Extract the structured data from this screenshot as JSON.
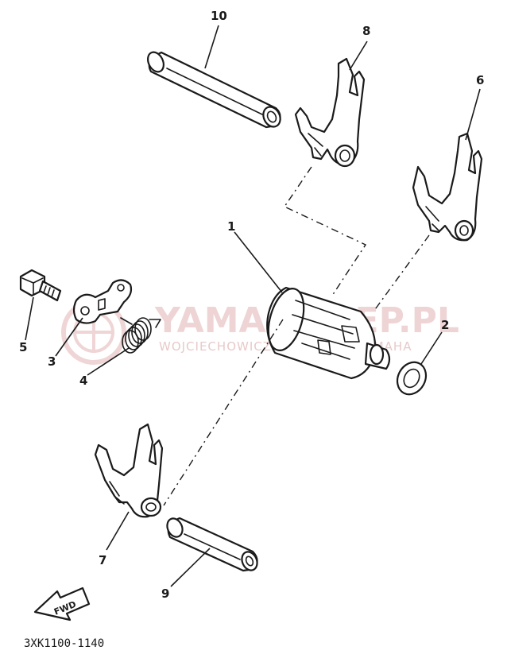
{
  "watermark": {
    "title": "YAMA-SKLEP.PL",
    "subtitle": "WOJCIECHOWICZ & SYNOWIE YAMAHA",
    "color": "#e2b4b4"
  },
  "callouts": {
    "part_1": "1",
    "part_2": "2",
    "part_3": "3",
    "part_4": "4",
    "part_5": "5",
    "part_6": "6",
    "part_7": "7",
    "part_8": "8",
    "part_9": "9",
    "part_10": "10"
  },
  "direction_arrow": "FWD",
  "diagram_code": "3XK1100-1140"
}
